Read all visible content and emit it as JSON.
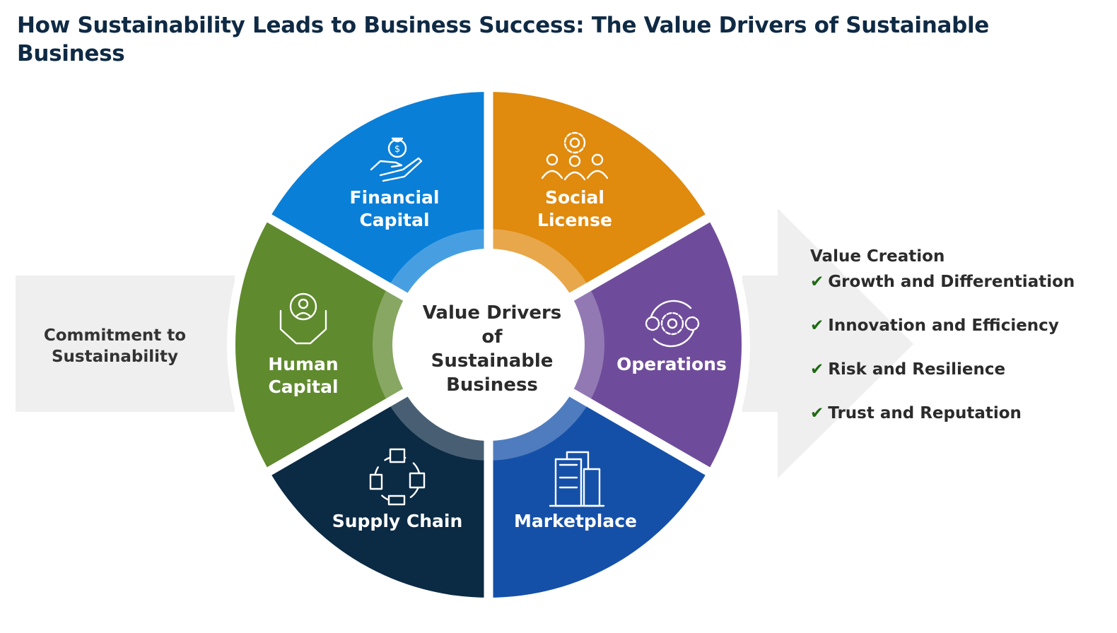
{
  "title": "How Sustainability Leads to Business Success: The Value Drivers of Sustainable Business",
  "left_arrow": {
    "label": "Commitment to Sustainability"
  },
  "center": {
    "label": "Value Drivers of Sustainable Business"
  },
  "segments": [
    {
      "label": "Financial Capital",
      "icon": "money-bag-hand-icon",
      "color": "#0a7fd8"
    },
    {
      "label": "Social License",
      "icon": "people-gear-icon",
      "color": "#e08a0e"
    },
    {
      "label": "Operations",
      "icon": "gears-cycle-icon",
      "color": "#6f4c9b"
    },
    {
      "label": "Marketplace",
      "icon": "buildings-icon",
      "color": "#1550a8"
    },
    {
      "label": "Supply Chain",
      "icon": "supply-cycle-icon",
      "color": "#0b2a44"
    },
    {
      "label": "Human Capital",
      "icon": "person-hands-icon",
      "color": "#5f8a2e"
    }
  ],
  "value_creation": {
    "heading": "Value Creation",
    "check": "✔",
    "items": [
      "Growth and Differentiation",
      "Innovation and Efficiency",
      "Risk and Resilience",
      "Trust and Reputation"
    ]
  }
}
